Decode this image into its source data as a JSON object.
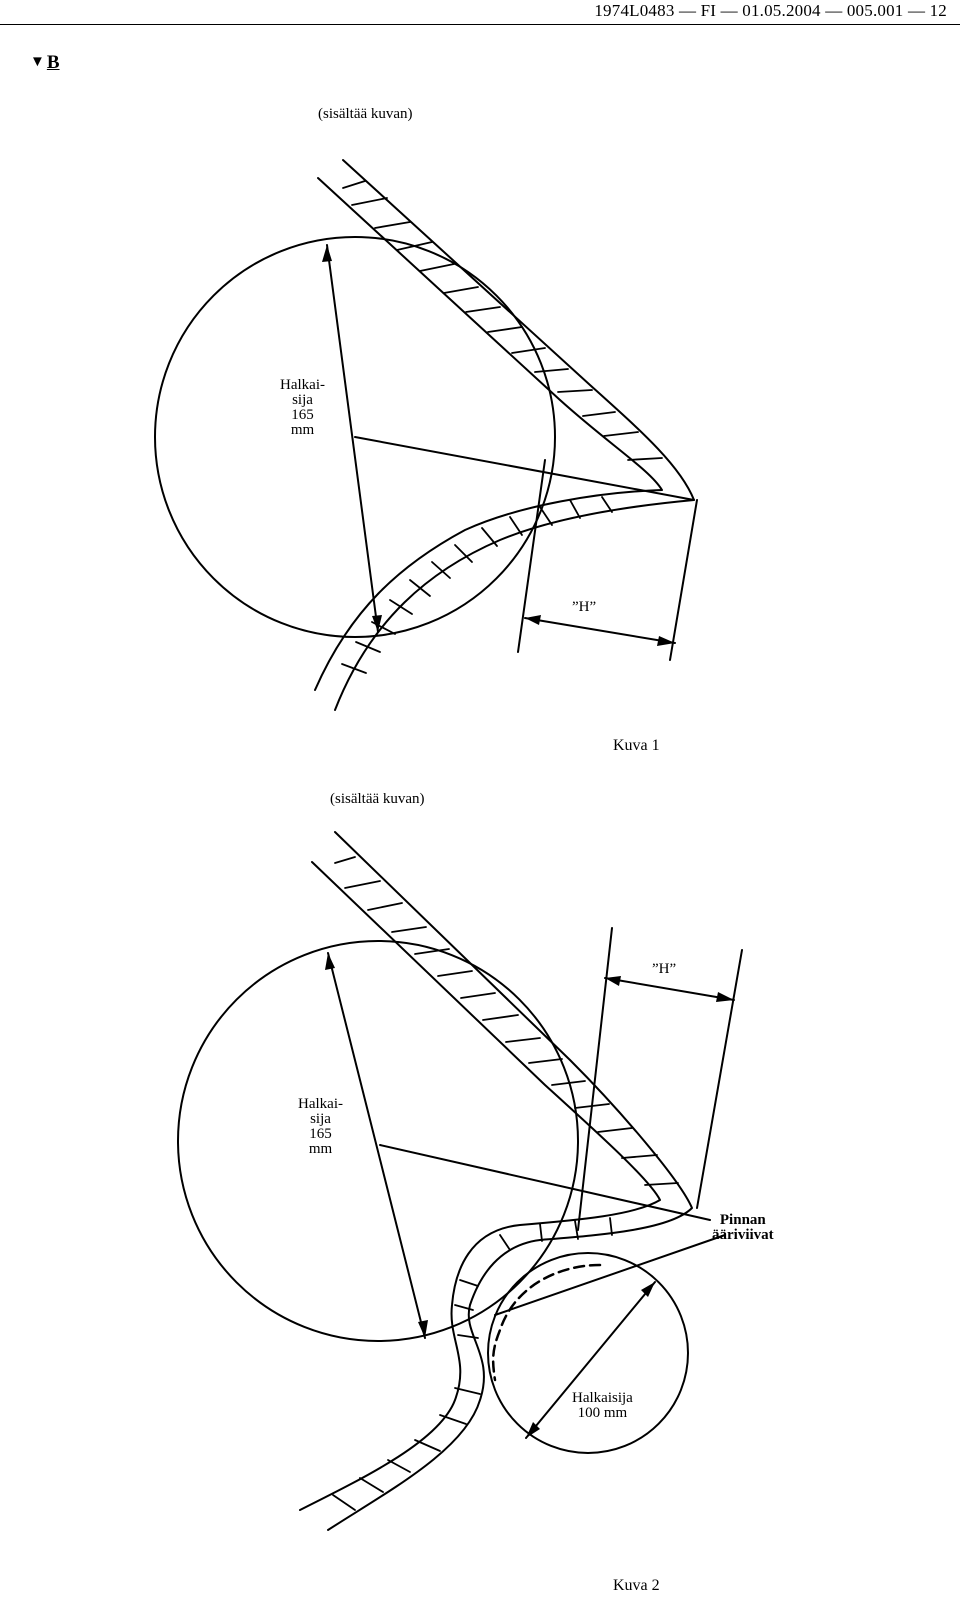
{
  "header": {
    "doc_ref": "1974L0483 — FI — 01.05.2004 — 005.001 — 12"
  },
  "marker": {
    "symbol": "▼",
    "letter": "B"
  },
  "figure1": {
    "note": "(sisältää kuvan)",
    "diameter_label": "Halkai-\nsija\n165\nmm",
    "height_label": "”H”",
    "caption": "Kuva 1"
  },
  "figure2": {
    "note": "(sisältää kuvan)",
    "large_diameter_label": "Halkai-\nsija\n165\nmm",
    "height_label": "”H”",
    "outline_label": "Pinnan\nääriviivat",
    "small_diameter_label": "Halkaisija\n100 mm",
    "caption": "Kuva 2"
  },
  "colors": {
    "ink": "#000000",
    "paper": "#ffffff"
  }
}
